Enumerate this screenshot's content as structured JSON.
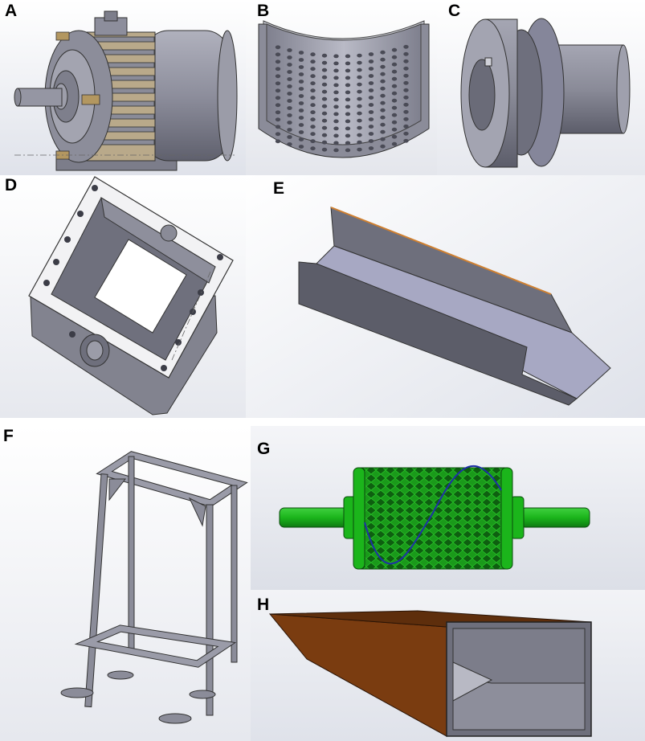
{
  "panels": [
    {
      "id": "A",
      "label": "A"
    },
    {
      "id": "B",
      "label": "B"
    },
    {
      "id": "C",
      "label": "C"
    },
    {
      "id": "D",
      "label": "D"
    },
    {
      "id": "E",
      "label": "E"
    },
    {
      "id": "F",
      "label": "F"
    },
    {
      "id": "G",
      "label": "G"
    },
    {
      "id": "H",
      "label": "H"
    }
  ],
  "colors": {
    "metal": "#8f909e",
    "metal_dark": "#5d5e6b",
    "metal_light": "#c6c7d1",
    "white_part": "#f2f2f4",
    "roller_green": "#1bb51b",
    "roller_dark_green": "#0f6e12",
    "helix_blue": "#1f2fa8",
    "hopper_brown": "#7a3c10",
    "edge_orange": "#d08030"
  }
}
